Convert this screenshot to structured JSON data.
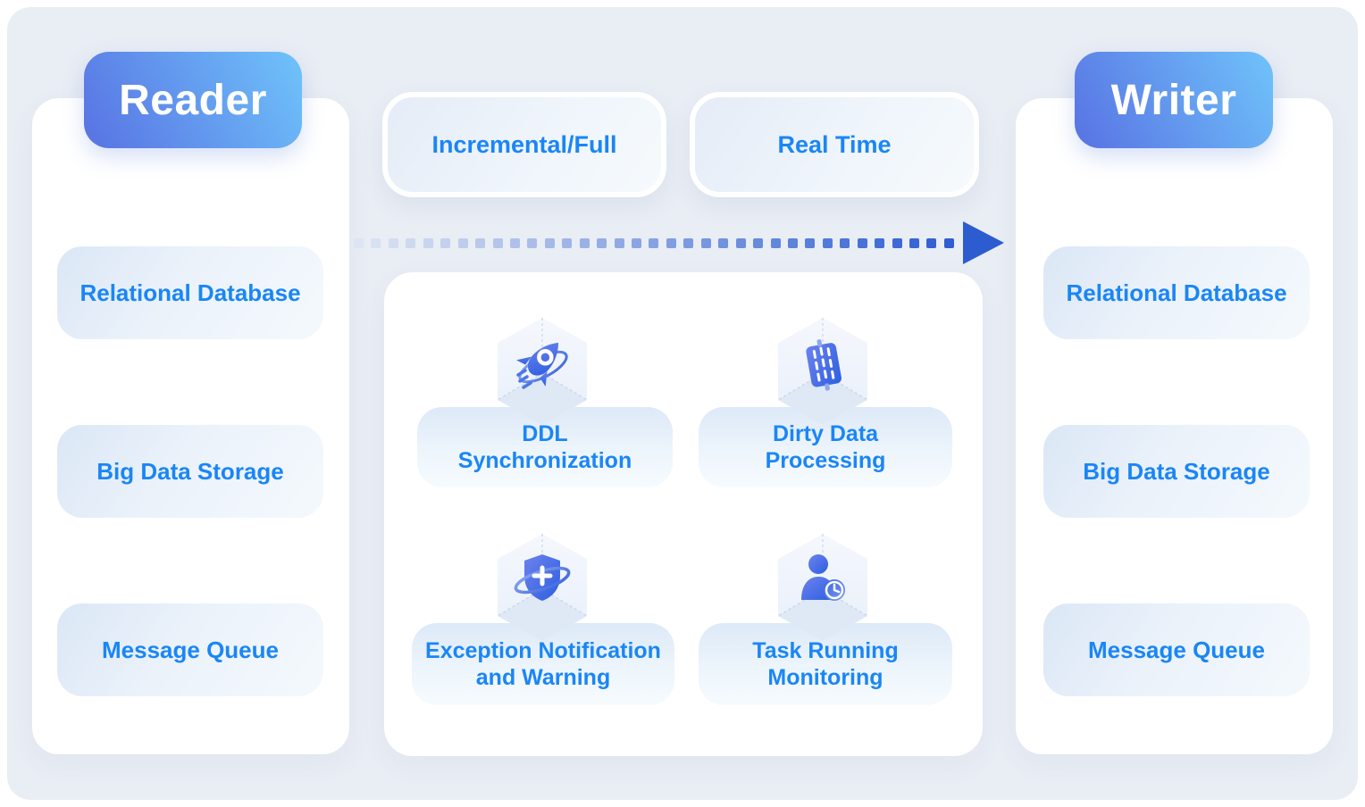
{
  "colors": {
    "accent_text_blue": "#1a86f6",
    "badge_gradient_start": "#5872e3",
    "badge_gradient_end": "#6fc3fa",
    "arrow_start": "#dde5f3",
    "arrow_end": "#2e5ed1",
    "arrow_head": "#2d5bd0",
    "canvas_bg": "#e9edf4",
    "icon_gradient_start": "#6d82ee",
    "icon_gradient_end": "#2d5fe0"
  },
  "reader": {
    "title": "Reader",
    "items": [
      "Relational Database",
      "Big Data Storage",
      "Message Queue"
    ]
  },
  "writer": {
    "title": "Writer",
    "items": [
      "Relational Database",
      "Big Data Storage",
      "Message Queue"
    ]
  },
  "modes": [
    "Incremental/Full",
    "Real Time"
  ],
  "features": [
    {
      "label": "DDL\nSynchronization",
      "icon": "rocket-icon"
    },
    {
      "label": "Dirty Data\nProcessing",
      "icon": "data-columns-icon"
    },
    {
      "label": "Exception Notification\nand Warning",
      "icon": "shield-plus-icon"
    },
    {
      "label": "Task Running\nMonitoring",
      "icon": "user-clock-icon"
    }
  ],
  "arrow": {
    "direction": "right",
    "dot_count": 35
  }
}
